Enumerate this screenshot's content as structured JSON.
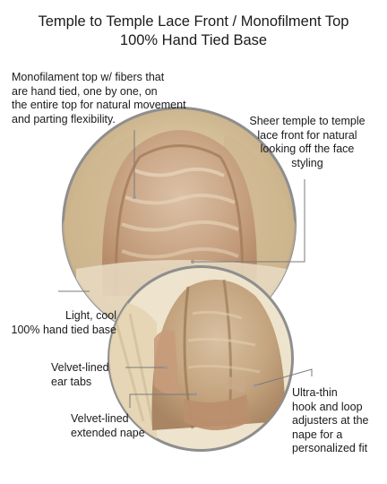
{
  "title": {
    "line1": "Temple to Temple Lace Front / Monofilment Top",
    "line2": "100% Hand Tied Base"
  },
  "callouts": {
    "monofilament": [
      "Monofilament top w/ fibers  that",
      "are hand tied, one by one, on",
      "the entire top for natural movement",
      "and parting flexibility."
    ],
    "sheer_temple": [
      "Sheer temple to temple",
      "lace front for natural",
      "looking off the face",
      "styling"
    ],
    "light_cool": [
      "Light, cool",
      "100% hand tied base"
    ],
    "ear_tabs": [
      "Velvet-lined",
      "ear tabs"
    ],
    "nape": [
      "Velvet-lined",
      "extended nape"
    ],
    "hook_loop": [
      "Ultra-thin",
      "hook and loop",
      "adjusters at the",
      "nape for a",
      "personalized fit"
    ]
  },
  "colors": {
    "cap_tan": "#c8a283",
    "hair_blonde": "#d9c7a4",
    "hair_light": "#eee3cc",
    "trim_tan": "#b98e6e",
    "leader_line": "#7a7a7a"
  }
}
